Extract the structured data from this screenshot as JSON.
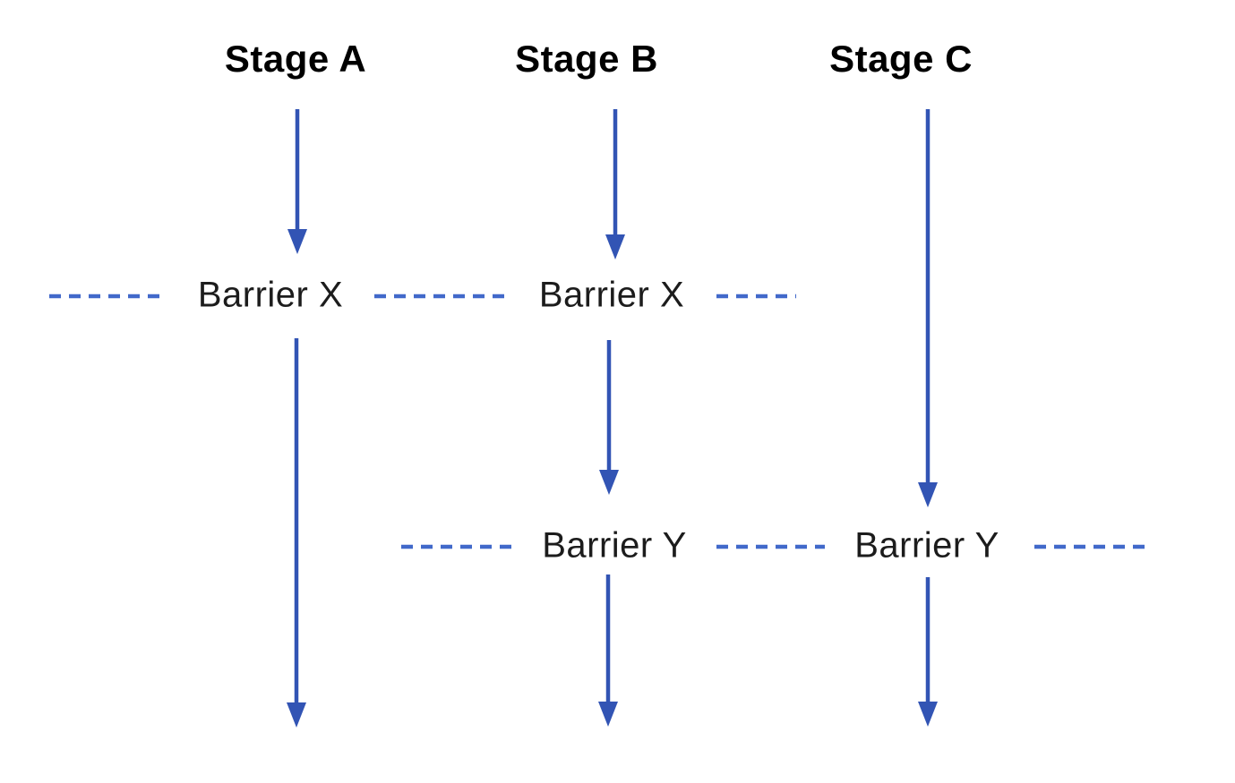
{
  "diagram": {
    "type": "parallel-stages-with-synchronization-barriers",
    "stages": [
      {
        "id": "A",
        "label": "Stage A"
      },
      {
        "id": "B",
        "label": "Stage B"
      },
      {
        "id": "C",
        "label": "Stage C"
      }
    ],
    "barrier_labels": [
      {
        "row": "X",
        "position": "left",
        "label": "Barrier X"
      },
      {
        "row": "X",
        "position": "right",
        "label": "Barrier X"
      },
      {
        "row": "Y",
        "position": "left",
        "label": "Barrier Y"
      },
      {
        "row": "Y",
        "position": "right",
        "label": "Barrier Y"
      }
    ],
    "colors": {
      "arrow": "#3254b4",
      "dash": "#4169ca",
      "stage_text": "#000000",
      "barrier_text": "#1c1c1c",
      "background": "#ffffff"
    }
  }
}
